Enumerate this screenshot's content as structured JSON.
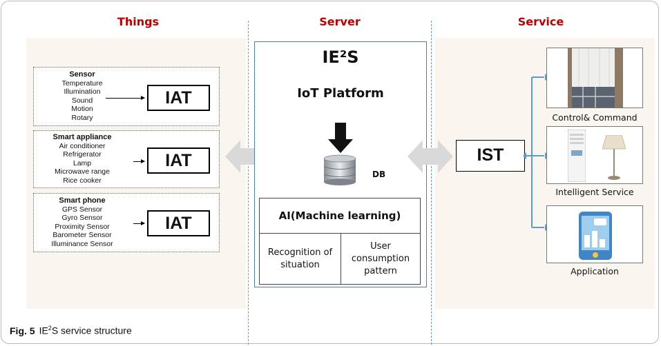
{
  "columns": {
    "things": "Things",
    "server": "Server",
    "service": "Service"
  },
  "things_groups": [
    {
      "title": "Sensor",
      "items": [
        "Temperature",
        "Illumination",
        "Sound",
        "Motion",
        "Rotary"
      ],
      "agent": "IAT"
    },
    {
      "title": "Smart appliance",
      "items": [
        "Air conditioner",
        "Refrigerator",
        "Lamp",
        "Microwave range",
        "Rice cooker"
      ],
      "agent": "IAT"
    },
    {
      "title": "Smart phone",
      "items": [
        "GPS Sensor",
        "Gyro Sensor",
        "Proximity Sensor",
        "Barometer Sensor",
        "Illuminance Sensor"
      ],
      "agent": "IAT"
    }
  ],
  "server": {
    "title": "IE²S",
    "platform": "IoT Platform",
    "db_label": "DB",
    "ai_title": "AI(Machine learning)",
    "ai_left": "Recognition of situation",
    "ai_right": "User consumption pattern"
  },
  "service": {
    "ist_label": "IST",
    "items": [
      "Control& Command",
      "Intelligent Service",
      "Application"
    ]
  },
  "caption": {
    "fig": "Fig. 5",
    "pre": "IE",
    "sup": "2",
    "post": "S service structure"
  },
  "colors": {
    "title_red": "#c00000",
    "divider_blue": "#5b9bd5",
    "arrow_gray": "#d9d9d9",
    "connector_blue": "#5b9bd5"
  },
  "icons": [
    "down-arrow-icon",
    "database-icon",
    "double-arrow-icon",
    "curtain-photo",
    "air-conditioner-photo",
    "lamp-photo",
    "smartphone-app-icon"
  ]
}
